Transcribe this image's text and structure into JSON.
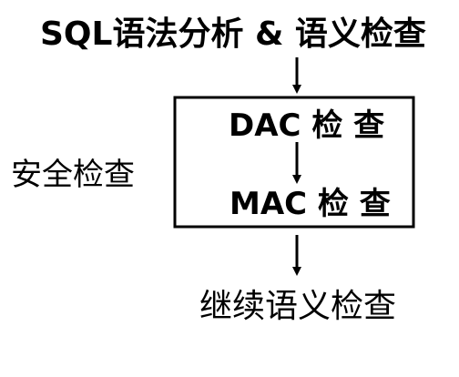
{
  "diagram": {
    "top_title": "SQL语法分析 & 语义检查",
    "security_box": {
      "side_label": "安全检查",
      "step1": "DAC 检 查",
      "step2": "MAC 检 查"
    },
    "bottom_label": "继续语义检查",
    "colors": {
      "stroke": "#000000",
      "text": "#000000",
      "background": "#ffffff"
    }
  }
}
